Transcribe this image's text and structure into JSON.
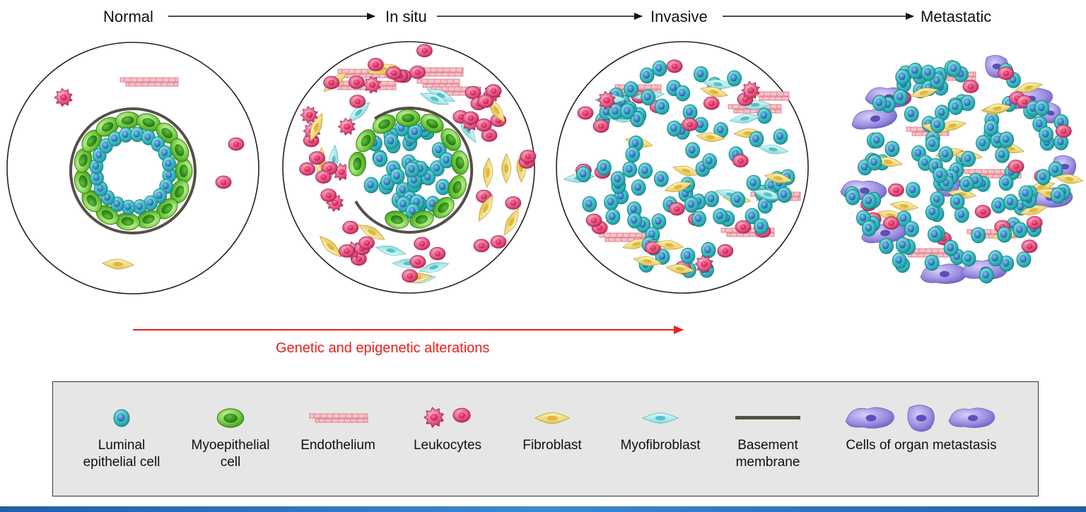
{
  "stages": [
    {
      "label": "Normal"
    },
    {
      "label": "In situ"
    },
    {
      "label": "Invasive"
    },
    {
      "label": "Metastatic"
    }
  ],
  "alterations_label": "Genetic and epigenetic alterations",
  "legend": {
    "items": [
      {
        "line1": "Luminal",
        "line2": "epithelial cell",
        "icon": "luminal-epithelial-cell-icon"
      },
      {
        "line1": "Myoepithelial",
        "line2": "cell",
        "icon": "myoepithelial-cell-icon"
      },
      {
        "line1": "Endothelium",
        "line2": "",
        "icon": "endothelium-icon"
      },
      {
        "line1": "Leukocytes",
        "line2": "",
        "icon": "leukocytes-icon"
      },
      {
        "line1": "Fibroblast",
        "line2": "",
        "icon": "fibroblast-icon"
      },
      {
        "line1": "Myofibroblast",
        "line2": "",
        "icon": "myofibroblast-icon"
      },
      {
        "line1": "Basement",
        "line2": "membrane",
        "icon": "basement-membrane-icon"
      },
      {
        "line1": "Cells of organ metastasis",
        "line2": "",
        "icon": "organ-metastasis-cells-icon"
      }
    ]
  },
  "colors": {
    "luminal": "#2fb3b8",
    "luminal_nucleus": "#1f6fb5",
    "myoepithelial": "#6cc83a",
    "myoepithelial_nucleus": "#2d8a1e",
    "endothelium": "#e88a95",
    "leukocyte": "#d8386a",
    "fibroblast": "#eedc7e",
    "myofibroblast": "#9fe3e6",
    "membrane": "#555047",
    "metastasis": "#9c8fe0",
    "alterations_arrow": "#e8201c"
  }
}
